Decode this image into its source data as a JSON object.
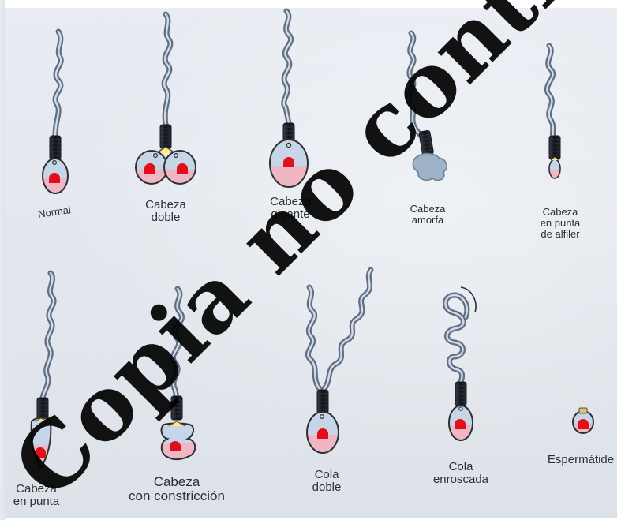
{
  "figure": {
    "labels": {
      "normal": "Normal",
      "cabeza_doble": "Cabeza\ndoble",
      "cabeza_gigante": "Cabeza\ngigante",
      "cabeza_amorfa": "Cabeza\namorfa",
      "cabeza_punta_alfiler": "Cabeza\nen punta\nde alfiler",
      "cabeza_en_punta": "Cabeza\nen punta",
      "cabeza_constriccion": "Cabeza\ncon constricción",
      "cola_doble": "Cola\ndoble",
      "cola_enroscada": "Cola\nenroscada",
      "espermatide": "Espermátide"
    }
  },
  "watermark": {
    "text": "Copia no controlada"
  },
  "colors": {
    "tail": "#5f6f86",
    "tail_highlight": "#d7dbe3",
    "midpiece": "#1a1c22",
    "head_fill_top": "#c6d6e8",
    "head_fill_bottom": "#efb7c4",
    "head_outline": "#2c2f33",
    "nucleus": "#e20e19",
    "neck_yellow": "#ffe97a",
    "amorphous_head": "#9fb3c8"
  }
}
